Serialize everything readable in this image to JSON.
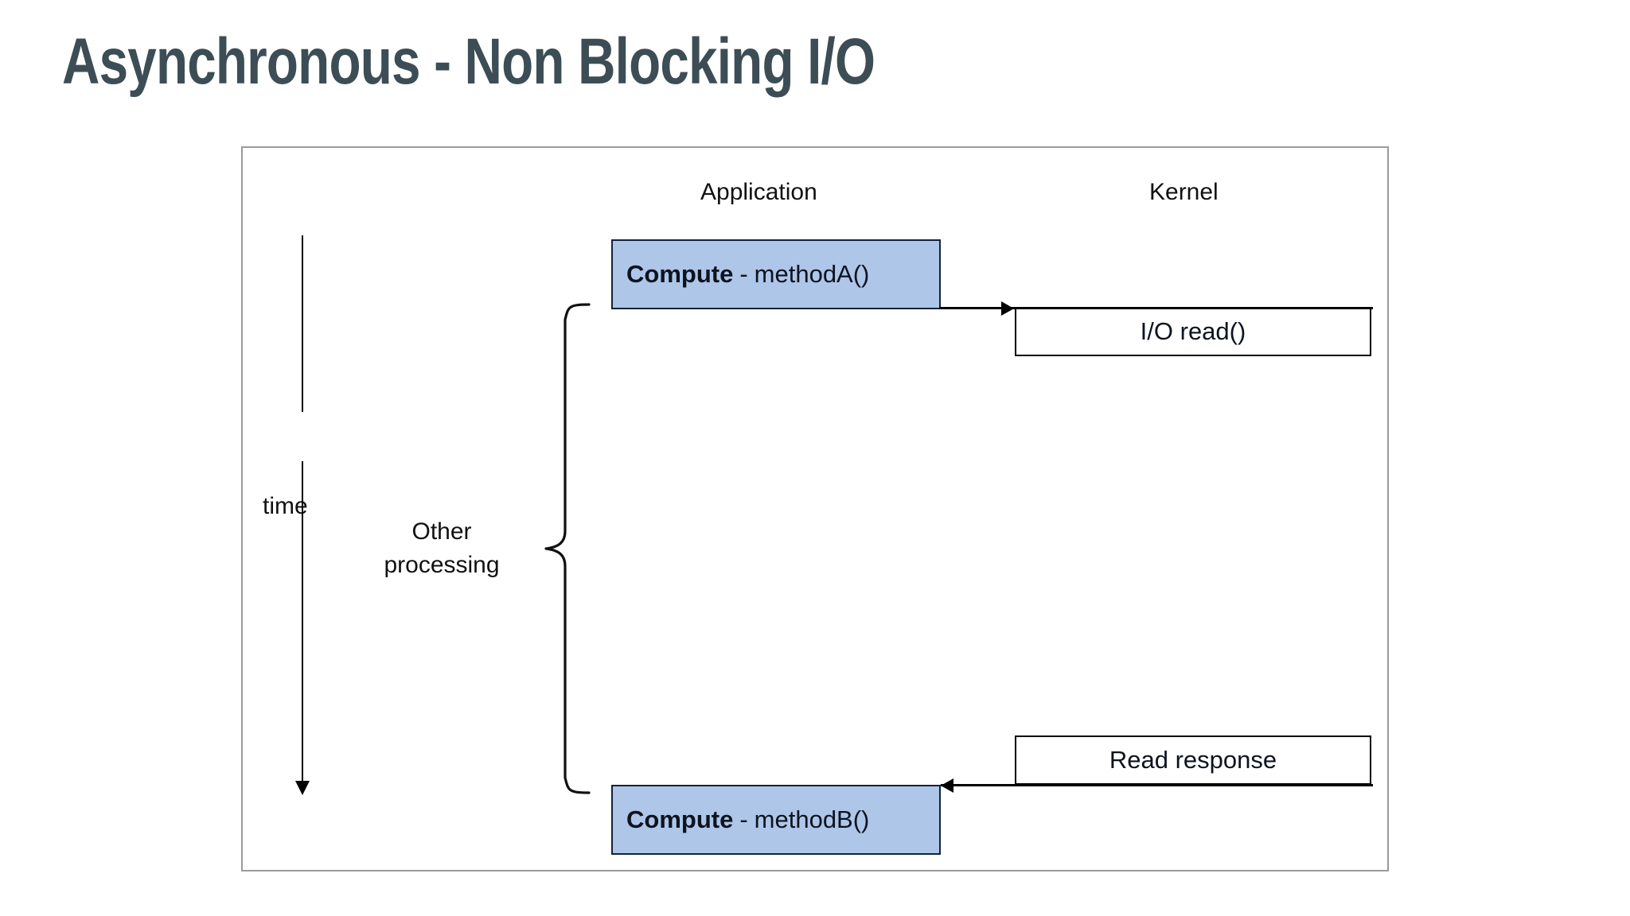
{
  "slide": {
    "title": "Asynchronous - Non Blocking I/O",
    "title_color": "#3c4d55",
    "background": "#ffffff"
  },
  "diagram": {
    "frame_border_color": "#9b9b9e",
    "columns": [
      {
        "name": "application",
        "label": "Application"
      },
      {
        "name": "kernel",
        "label": "Kernel"
      }
    ],
    "axis": {
      "label": "time",
      "direction": "downward"
    },
    "annotation": {
      "brace_label_line1": "Other",
      "brace_label_line2": "processing"
    },
    "compute_boxes": [
      {
        "name": "compute-method-a",
        "keyword": "Compute",
        "separator": "-",
        "method": "methodA()",
        "fill": "#aec6e8",
        "border": "#15213a"
      },
      {
        "name": "compute-method-b",
        "keyword": "Compute",
        "separator": "-",
        "method": "methodB()",
        "fill": "#aec6e8",
        "border": "#15213a"
      }
    ],
    "kernel_boxes": [
      {
        "name": "io-read",
        "label": "I/O read()",
        "fill": "#ffffff",
        "border": "#000000"
      },
      {
        "name": "read-response",
        "label": "Read response",
        "fill": "#ffffff",
        "border": "#000000"
      }
    ],
    "connectors": [
      {
        "name": "request-arrow",
        "from": "compute-method-a",
        "to": "io-read",
        "direction": "right"
      },
      {
        "name": "response-arrow",
        "from": "read-response",
        "to": "compute-method-b",
        "direction": "left"
      }
    ]
  }
}
